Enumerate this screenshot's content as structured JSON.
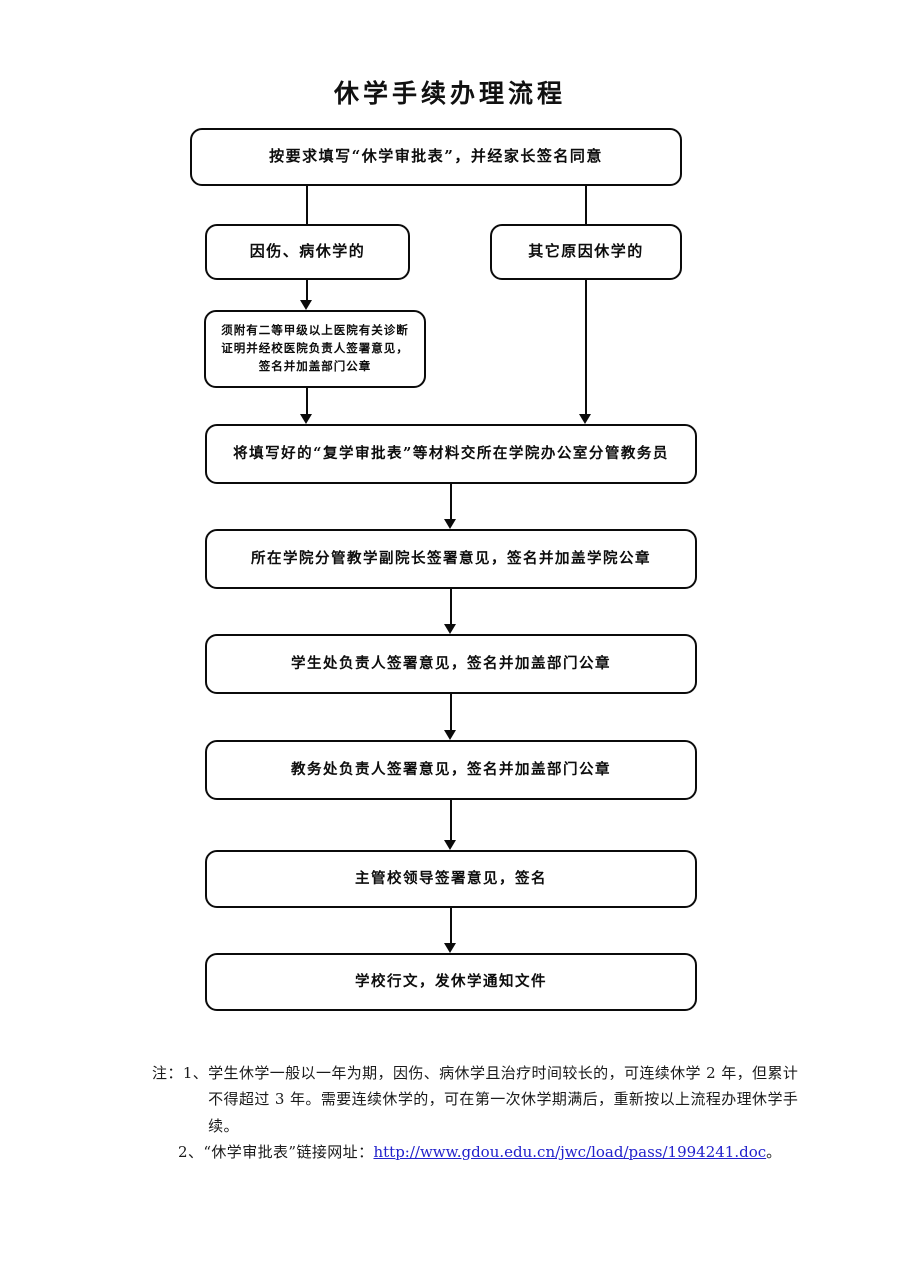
{
  "document": {
    "title": "休学手续办理流程"
  },
  "flowchart": {
    "type": "flowchart",
    "nodes": [
      {
        "id": "start",
        "label": "按要求填写“休学审批表”，并经家长签名同意"
      },
      {
        "id": "left1",
        "label": "因伤、病休学的"
      },
      {
        "id": "right1",
        "label": "其它原因休学的"
      },
      {
        "id": "med",
        "label": "须附有二等甲级以上医院有关诊断证明并经校医院负责人签署意见，签名并加盖部门公章"
      },
      {
        "id": "s1",
        "label": "将填写好的“复学审批表”等材料交所在学院办公室分管教务员"
      },
      {
        "id": "s2",
        "label": "所在学院分管教学副院长签署意见，签名并加盖学院公章"
      },
      {
        "id": "s3",
        "label": "学生处负责人签署意见，签名并加盖部门公章"
      },
      {
        "id": "s4",
        "label": "教务处负责人签署意见，签名并加盖部门公章"
      },
      {
        "id": "s5",
        "label": "主管校领导签署意见，签名"
      },
      {
        "id": "s6",
        "label": "学校行文，发休学通知文件"
      }
    ],
    "edges": [
      {
        "from": "start",
        "to": "left1",
        "arrow": false
      },
      {
        "from": "start",
        "to": "right1",
        "arrow": false
      },
      {
        "from": "left1",
        "to": "med",
        "arrow": true
      },
      {
        "from": "med",
        "to": "s1",
        "arrow": true
      },
      {
        "from": "right1",
        "to": "s1",
        "arrow": true
      },
      {
        "from": "s1",
        "to": "s2",
        "arrow": true
      },
      {
        "from": "s2",
        "to": "s3",
        "arrow": true
      },
      {
        "from": "s3",
        "to": "s4",
        "arrow": true
      },
      {
        "from": "s4",
        "to": "s5",
        "arrow": true
      },
      {
        "from": "s5",
        "to": "s6",
        "arrow": true
      }
    ]
  },
  "notes": {
    "prefix": "注：",
    "item1": {
      "marker": "1、",
      "text": "学生休学一般以一年为期，因伤、病休学且治疗时间较长的，可连续休学 2 年，但累计不得超过 3 年。需要连续休学的，可在第一次休学期满后，重新按以上流程办理休学手续。"
    },
    "item2": {
      "marker": "2、",
      "text_before": "“休学审批表”链接网址：",
      "link": "http://www.gdou.edu.cn/jwc/load/pass/1994241.doc",
      "text_after": "。"
    }
  },
  "colors": {
    "ink": "#0b0b0b",
    "link": "#2222cc",
    "page": "#ffffff"
  }
}
